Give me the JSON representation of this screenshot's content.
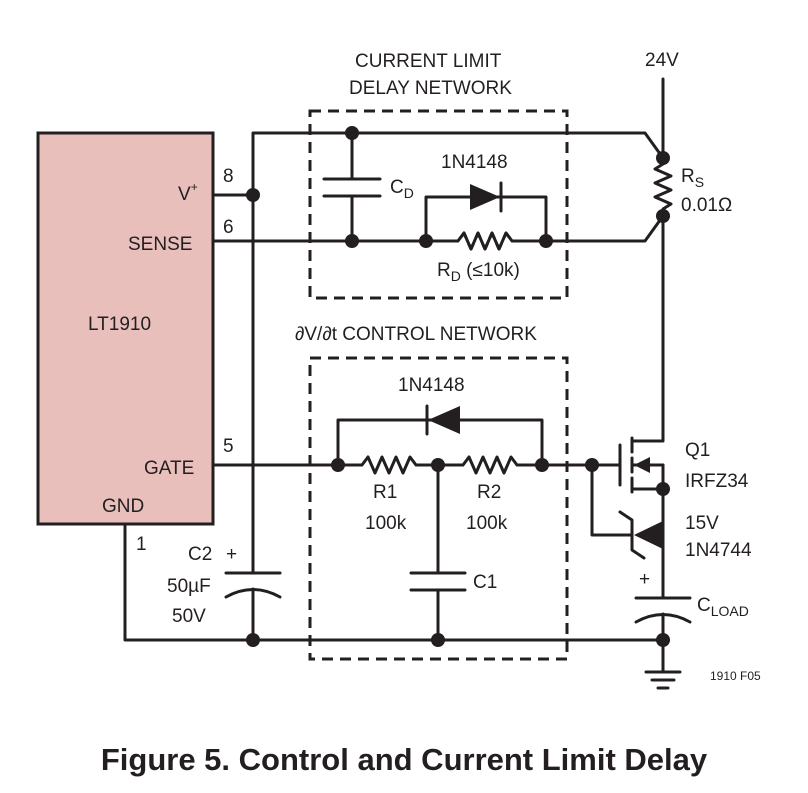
{
  "diagram": {
    "top_network_label": [
      "CURRENT LIMIT",
      "DELAY NETWORK"
    ],
    "middle_network_label": "∂V/∂t CONTROL NETWORK",
    "ic": {
      "name": "LT1910",
      "fill_color": "#e8bfbb",
      "pins": [
        {
          "name": "V",
          "sup": "+",
          "number": "8"
        },
        {
          "name": "SENSE",
          "number": "6"
        },
        {
          "name": "GATE",
          "number": "5"
        },
        {
          "name": "GND",
          "number": "1"
        }
      ]
    },
    "supply": "24V",
    "rs": {
      "name": "R",
      "sub": "S",
      "value": "0.01Ω"
    },
    "cd": {
      "name": "C",
      "sub": "D"
    },
    "diode_top": "1N4148",
    "rd": {
      "name": "R",
      "sub": "D",
      "value": " (≤10k)"
    },
    "diode_mid": "1N4148",
    "r1": {
      "name": "R1",
      "value": "100k"
    },
    "r2": {
      "name": "R2",
      "value": "100k"
    },
    "c1": "C1",
    "q1": {
      "name": "Q1",
      "part": "IRFZ34"
    },
    "zener": {
      "voltage": "15V",
      "part": "1N4744"
    },
    "c2": {
      "name": "C2",
      "plus": "+",
      "value": "50µF",
      "voltage": "50V"
    },
    "cload": {
      "name": "C",
      "sub": "LOAD",
      "plus": "+"
    },
    "figure_id": "1910 F05"
  },
  "caption": "Figure 5. Control and Current Limit Delay"
}
